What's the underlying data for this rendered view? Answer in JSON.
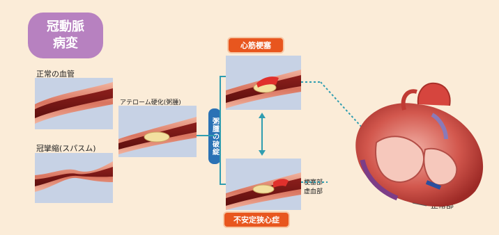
{
  "title": {
    "line1": "冠動脈",
    "line2": "病変"
  },
  "panels": {
    "normal": "正常の血管",
    "spasm": "冠攣縮(スパスム)",
    "atheroma": "アテローム硬化(粥腫)",
    "infarction": "心筋梗塞",
    "angina": "不安定狭心症"
  },
  "plaque_rupture": "粥腫の破綻",
  "heart_labels": {
    "infarct_area_line1": "梗塞部",
    "infarct_area_line2": "虚血部",
    "normal_area": "正常部"
  },
  "colors": {
    "background": "#fbecd8",
    "badge": "#b781c0",
    "orange_tag": "#e8561e",
    "blue_tag": "#2a72b5",
    "connector": "#2f9db0"
  }
}
